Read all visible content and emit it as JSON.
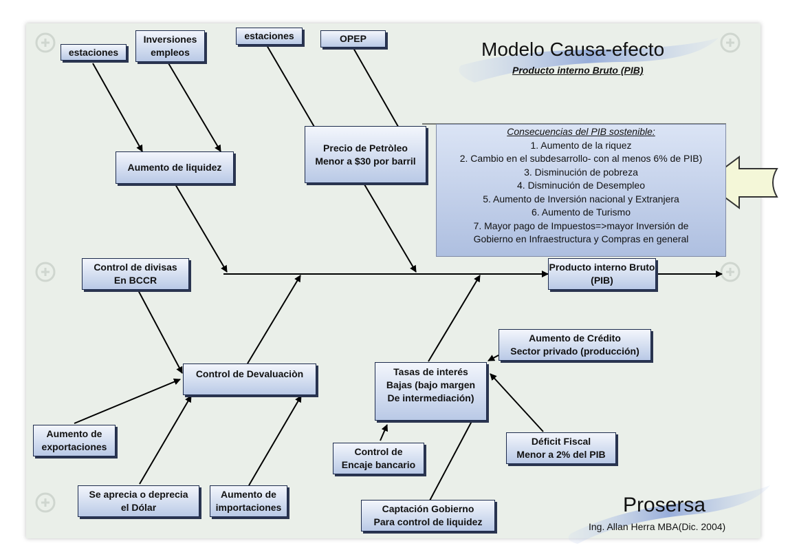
{
  "header": {
    "title": "Modelo Causa-efecto",
    "subtitle": "Producto interno Bruto (PIB)"
  },
  "effect": {
    "line1": "Producto interno Bruto",
    "line2": "(PIB)"
  },
  "causes": {
    "liquidez": {
      "label": "Aumento de liquidez"
    },
    "estaciones_1": {
      "label": "estaciones"
    },
    "inversiones": {
      "line1": "Inversiones",
      "line2": "empleos"
    },
    "estaciones_2": {
      "label": "estaciones"
    },
    "opep": {
      "label": "OPEP"
    },
    "petroleo": {
      "line1": "Precio de Petròleo",
      "line2": "Menor a $30 por barril"
    },
    "divisas": {
      "line1": "Control de divisas",
      "line2": "En BCCR"
    },
    "devaluacion": {
      "label": "Control de Devaluaciòn"
    },
    "exportaciones": {
      "line1": "Aumento de",
      "line2": "exportaciones"
    },
    "dolar": {
      "line1": "Se aprecia o deprecia",
      "line2": "el Dólar"
    },
    "importaciones": {
      "line1": "Aumento de",
      "line2": "importaciones"
    },
    "tasas": {
      "line1": "Tasas de interés",
      "line2": "Bajas (bajo margen",
      "line3": "De intermediación)"
    },
    "credito": {
      "line1": "Aumento de Crédito",
      "line2": "Sector privado (producción)"
    },
    "encaje": {
      "line1": "Control de",
      "line2": "Encaje bancario"
    },
    "deficit": {
      "line1": "Déficit Fiscal",
      "line2": "Menor a 2% del PIB"
    },
    "captacion": {
      "line1": "Captación Gobierno",
      "line2": "Para control de liquidez"
    }
  },
  "consequences": {
    "heading": "Consecuencias del PIB sostenible:",
    "items": [
      "1. Aumento de la riquez",
      "2. Cambio en el subdesarrollo- con al menos 6% de PIB)",
      "3. Disminución de pobreza",
      "4. Disminución de Desempleo",
      "5. Aumento de Inversión nacional y Extranjera",
      "6. Aumento de Turismo",
      "7. Mayor pago de Impuestos=>mayor  Inversión de",
      "Gobierno en Infraestructura y Compras en general"
    ]
  },
  "footer": {
    "brand": "Prosersa",
    "author": "Ing. Allan Herra MBA(Dic. 2004)"
  },
  "colors": {
    "box_top": "#f3f6fc",
    "box_bottom": "#b9c9e6",
    "frame_bg": "#eaefe9",
    "line": "#000000"
  },
  "icons": [
    "plus-circle-icon",
    "hollow-arrow-icon"
  ]
}
